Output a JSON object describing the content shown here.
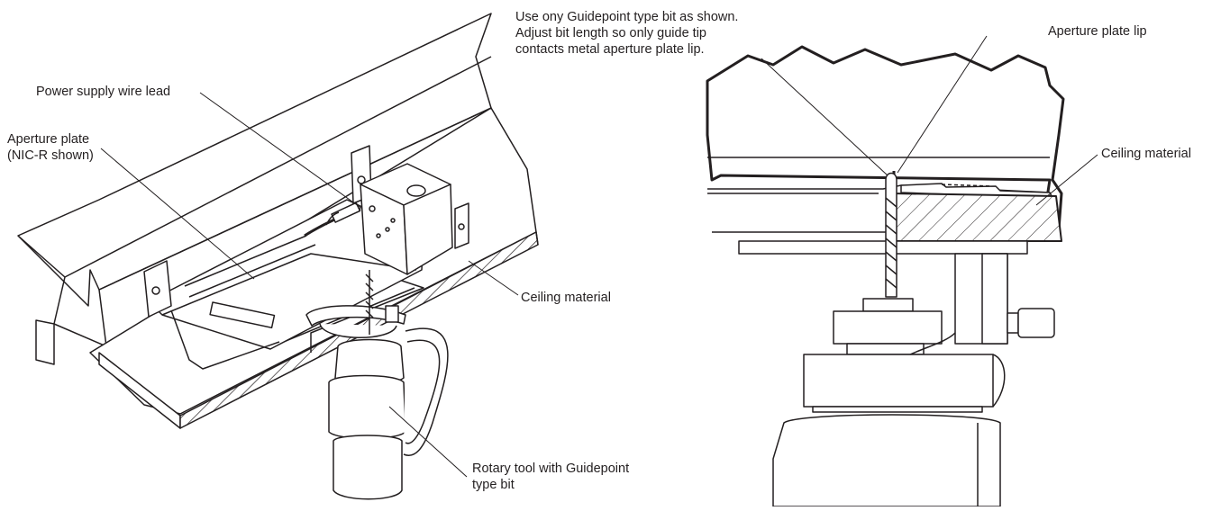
{
  "labels": {
    "power_supply_wire_lead": "Power supply wire lead",
    "aperture_plate": [
      "Aperture plate",
      "(NIC-R shown)"
    ],
    "ceiling_material_left": "Ceiling material",
    "rotary_tool": [
      "Rotary tool with Guidepoint",
      "type bit"
    ],
    "bit_instructions": [
      "Use ony Guidepoint type bit as shown.",
      "Adjust bit length so only guide tip",
      "contacts metal aperture plate lip."
    ],
    "aperture_plate_lip": "Aperture plate lip",
    "ceiling_material_right": "Ceiling material"
  },
  "colors": {
    "line": "#231f20",
    "background": "#ffffff"
  }
}
